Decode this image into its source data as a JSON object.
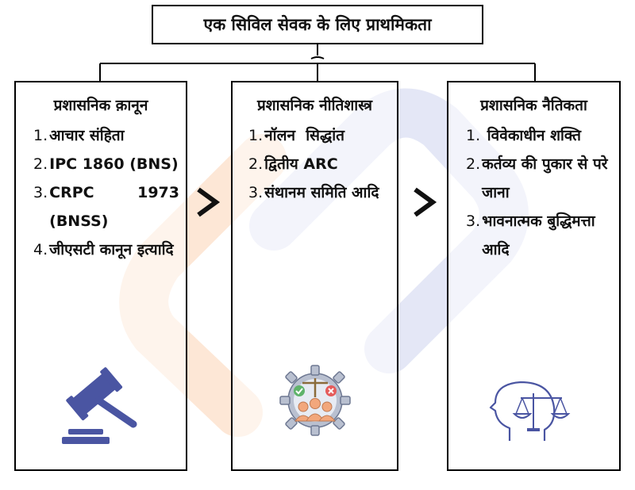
{
  "title": "एक सिविल सेवक के लिए प्राथमिकता",
  "columns": [
    {
      "heading": "प्रशासनिक क़ानून",
      "items": [
        {
          "num": "1.",
          "text": "आचार संहिता"
        },
        {
          "num": "2.",
          "text": "IPC 1860 (BNS)"
        },
        {
          "num": "3.",
          "text": "CRPC 1973 (BNSS)"
        },
        {
          "num": "4.",
          "text": "जीएसटी कानून इत्यादि"
        }
      ],
      "icon": "gavel-icon"
    },
    {
      "heading": "प्रशासनिक नीतिशास्त्र",
      "items": [
        {
          "num": "1.",
          "text": "नॉलन  सिद्धांत"
        },
        {
          "num": "2.",
          "text": "द्वितीय ARC"
        },
        {
          "num": "3.",
          "text": "संथानम समिति आदि"
        }
      ],
      "icon": "gear-team-scales-icon"
    },
    {
      "heading": "प्रशासनिक नैतिकता",
      "items": [
        {
          "num": "1.",
          "text": " विवेकाधीन शक्ति"
        },
        {
          "num": "2.",
          "text": "कर्तव्य की पुकार से परे जाना"
        },
        {
          "num": "3.",
          "text": "भावनात्मक बुद्धिमत्ता आदि"
        }
      ],
      "icon": "head-scales-icon"
    }
  ],
  "colors": {
    "border": "#000000",
    "gavel": "#4a55a2",
    "watermark_orange": "#fde3cf",
    "watermark_blue": "#dfe3f5"
  }
}
